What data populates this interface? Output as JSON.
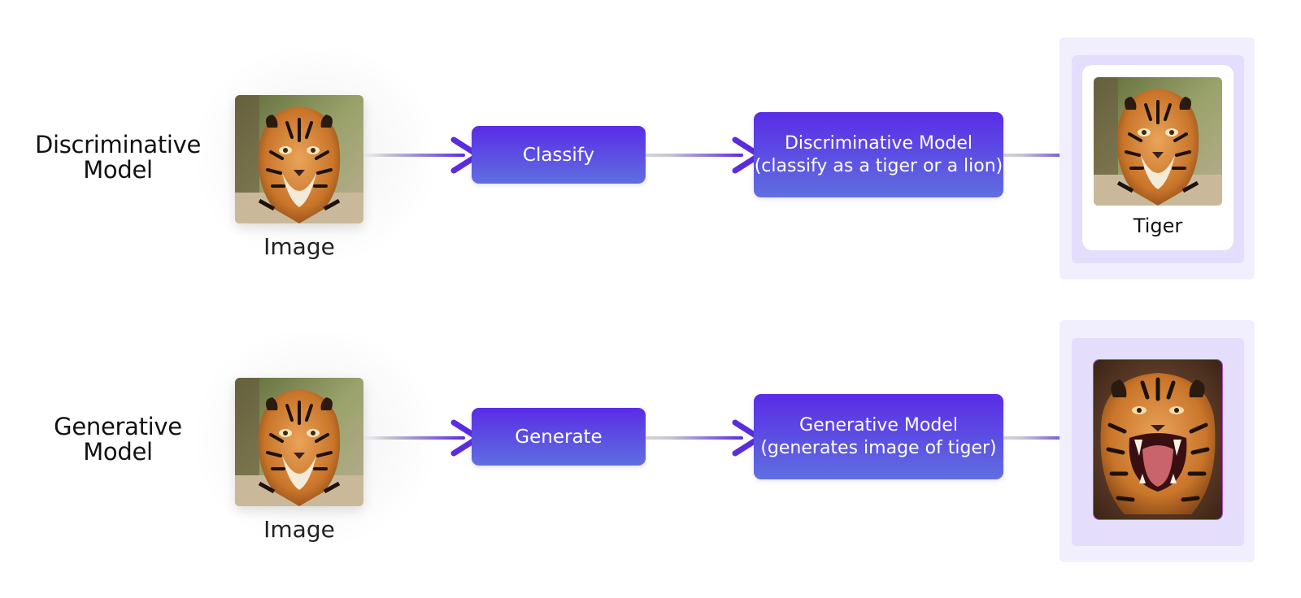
{
  "colors": {
    "accent": "#5b2be0",
    "box_top": "#5a2ce6",
    "box_bottom": "#5f6fe0",
    "halo": "#ece8fd",
    "halo_inner": "#ded8fb"
  },
  "rows": [
    {
      "label_line1": "Discriminative",
      "label_line2": "Model",
      "input_caption": "Image",
      "step_label": "Classify",
      "model_line1": "Discriminative Model",
      "model_line2": "(classify as a tiger or a lion)",
      "result_label": "Tiger",
      "input_icon": "tiger-photo-icon",
      "result_icon": "tiger-photo-icon"
    },
    {
      "label_line1": "Generative",
      "label_line2": "Model",
      "input_caption": "Image",
      "step_label": "Generate",
      "model_line1": "Generative Model",
      "model_line2": "(generates image of tiger)",
      "result_label": "",
      "input_icon": "tiger-photo-icon",
      "result_icon": "roaring-tiger-photo-icon"
    }
  ]
}
